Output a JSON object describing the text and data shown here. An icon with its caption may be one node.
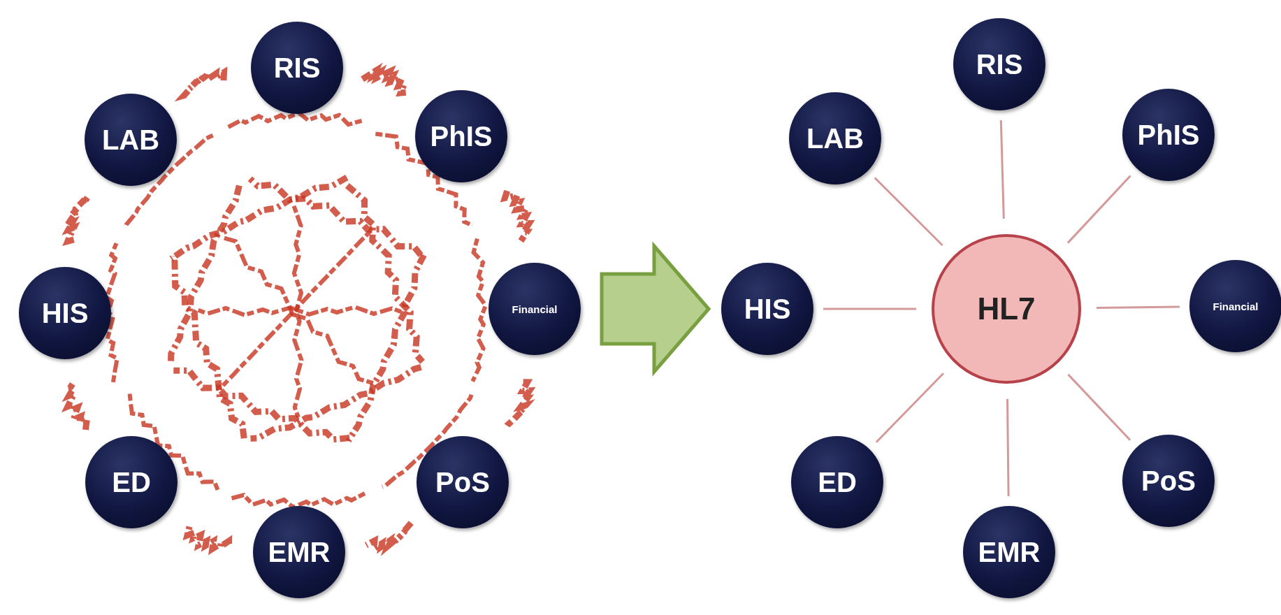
{
  "diagram": {
    "nodes": [
      {
        "text": [
          "RIS"
        ]
      },
      {
        "text": [
          "LAB"
        ]
      },
      {
        "text": [
          "PhIS"
        ]
      },
      {
        "text": [
          "HIS"
        ]
      },
      {
        "text": [
          "Financial"
        ]
      },
      {
        "text": [
          "ED"
        ]
      },
      {
        "text": [
          "PoS"
        ]
      },
      {
        "text": [
          "EMR"
        ]
      },
      {
        "text": [
          "RIS"
        ]
      },
      {
        "text": [
          "LAB"
        ]
      },
      {
        "text": [
          "PhIS"
        ]
      },
      {
        "text": [
          "HIS"
        ]
      },
      {
        "text": [
          "HL7"
        ]
      },
      {
        "text": [
          "Financial"
        ]
      },
      {
        "text": [
          "ED"
        ]
      },
      {
        "text": [
          "PoS"
        ]
      },
      {
        "text": [
          "EMR"
        ]
      }
    ],
    "edges": [
      {
        "from": 12,
        "to": 8,
        "arrow": "none"
      },
      {
        "from": 12,
        "to": 9,
        "arrow": "none"
      },
      {
        "from": 12,
        "to": 10,
        "arrow": "none"
      },
      {
        "from": 12,
        "to": 11,
        "arrow": "none"
      },
      {
        "from": 12,
        "to": 13,
        "arrow": "none"
      },
      {
        "from": 12,
        "to": 14,
        "arrow": "none"
      },
      {
        "from": 12,
        "to": 15,
        "arrow": "none"
      },
      {
        "from": 12,
        "to": 16,
        "arrow": "none"
      },
      {
        "from": null,
        "to": 11,
        "arrow": "to"
      }
    ]
  }
}
